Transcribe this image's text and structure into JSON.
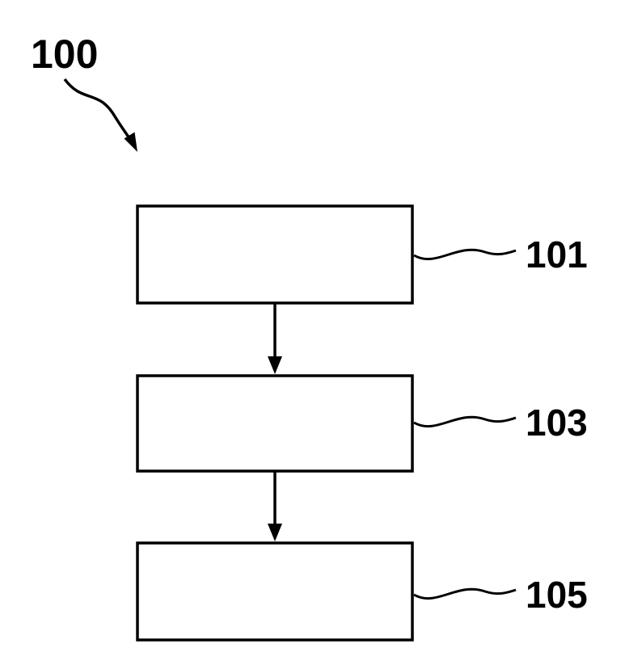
{
  "diagram": {
    "type": "flowchart",
    "figure_label": "100",
    "boxes": [
      {
        "ref": "101",
        "label": ""
      },
      {
        "ref": "103",
        "label": ""
      },
      {
        "ref": "105",
        "label": ""
      }
    ],
    "flow": [
      "101 -> 103",
      "103 -> 105"
    ],
    "colors": {
      "stroke": "#000000",
      "background": "#ffffff"
    }
  }
}
